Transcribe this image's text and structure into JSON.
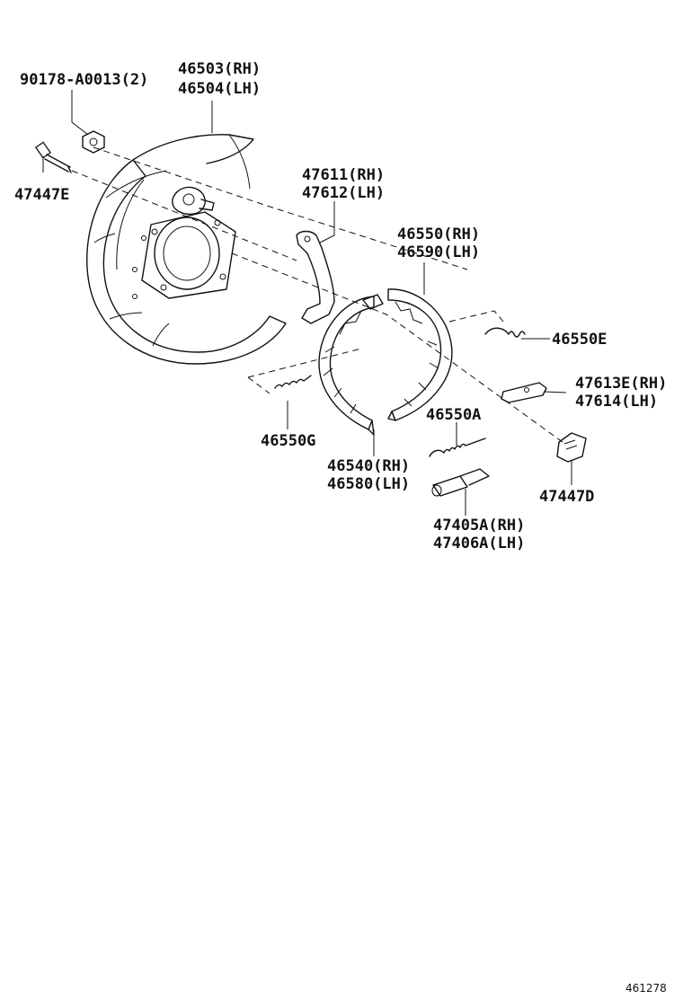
{
  "parts": [
    {
      "id": "p1",
      "lines": [
        "90178-A0013(2)"
      ]
    },
    {
      "id": "p2",
      "lines": [
        "46503(RH)",
        "46504(LH)"
      ]
    },
    {
      "id": "p3",
      "lines": [
        "47447E"
      ]
    },
    {
      "id": "p4",
      "lines": [
        "47611(RH)",
        "47612(LH)"
      ]
    },
    {
      "id": "p5",
      "lines": [
        "46550(RH)",
        "46590(LH)"
      ]
    },
    {
      "id": "p6",
      "lines": [
        "46550E"
      ]
    },
    {
      "id": "p7",
      "lines": [
        "47613E(RH)",
        "47614(LH)"
      ]
    },
    {
      "id": "p8",
      "lines": [
        "46550A"
      ]
    },
    {
      "id": "p9",
      "lines": [
        "46550G"
      ]
    },
    {
      "id": "p10",
      "lines": [
        "46540(RH)",
        "46580(LH)"
      ]
    },
    {
      "id": "p11",
      "lines": [
        "47447D"
      ]
    },
    {
      "id": "p12",
      "lines": [
        "47405A(RH)",
        "47406A(LH)"
      ]
    }
  ],
  "figure_number": "461278"
}
